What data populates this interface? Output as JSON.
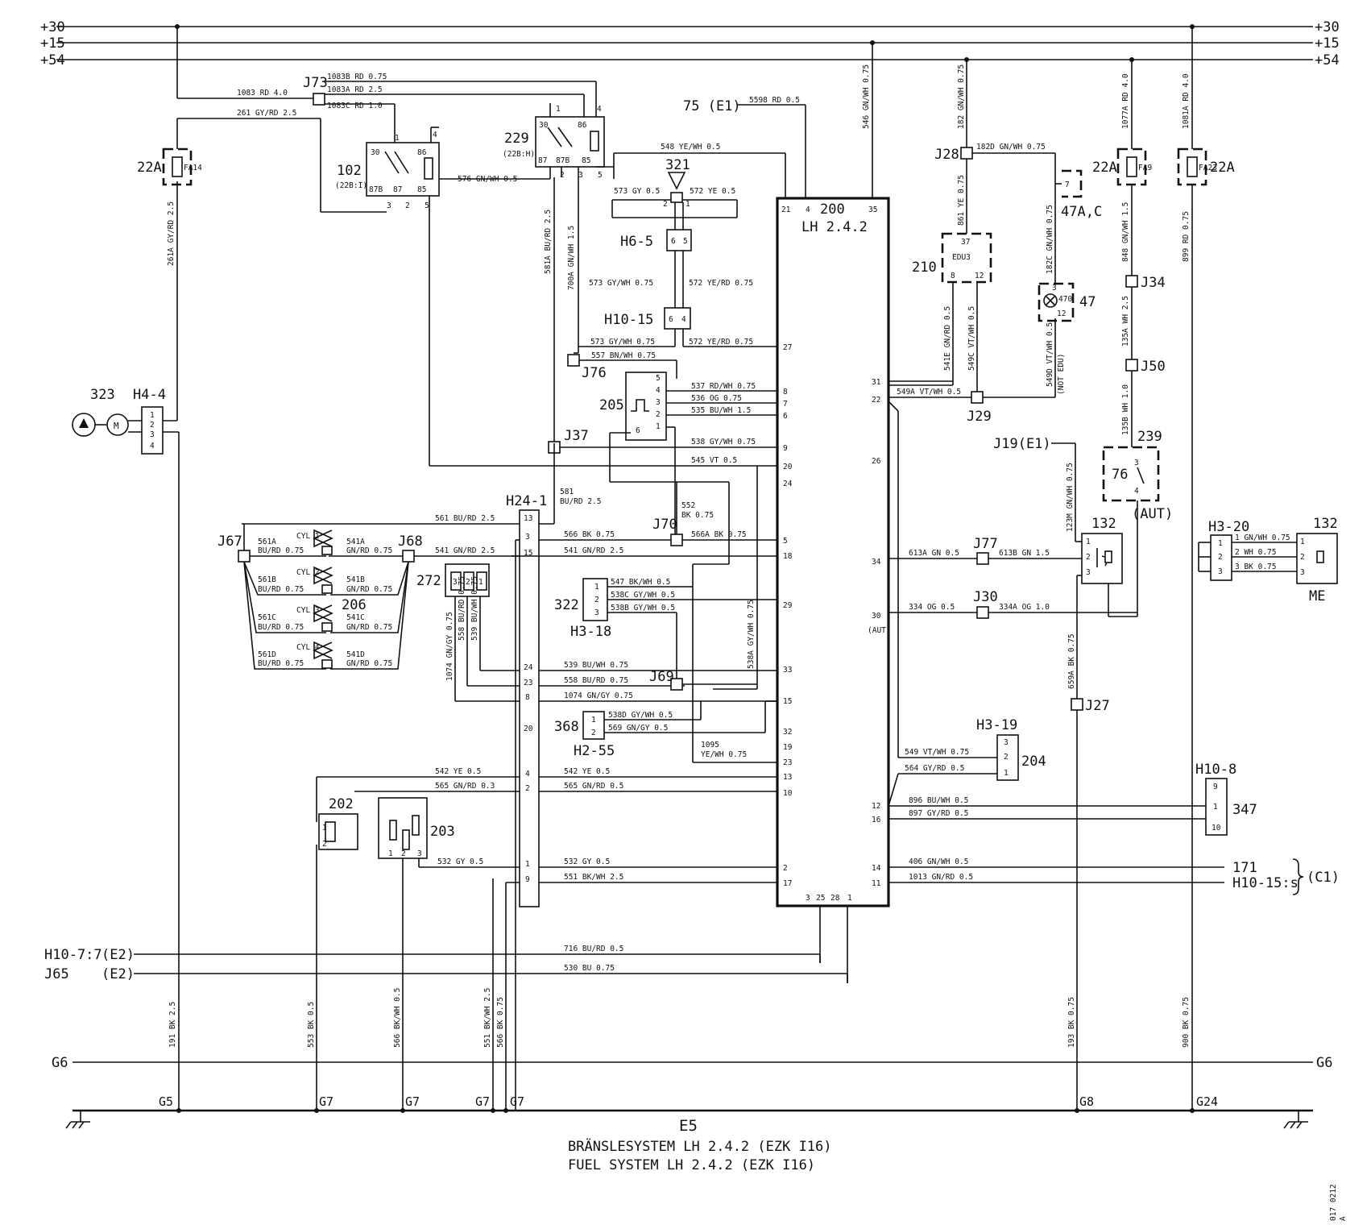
{
  "rails": {
    "plus30": "+30",
    "plus15": "+15",
    "plus54": "+54"
  },
  "title": {
    "code": "E5",
    "line1": "BRÄNSLESYSTEM LH 2.4.2 (EZK I16)",
    "line2": "FUEL SYSTEM LH 2.4.2  (EZK I16)",
    "doc_no": "017 0212",
    "rev": "A"
  },
  "ecu": {
    "num": "200",
    "name": "LH  2.4.2",
    "left_pins": [
      "27",
      "8",
      "7",
      "6",
      "9",
      "20",
      "24",
      "5",
      "18",
      "29",
      "33",
      "15",
      "32",
      "19",
      "23",
      "13",
      "10",
      "2",
      "17"
    ],
    "right_pins": [
      "31",
      "22",
      "26",
      "34",
      "30",
      "12",
      "16",
      "14",
      "11"
    ],
    "right_note_30": "(AUT)",
    "top_pins": [
      "21",
      "4",
      "35"
    ],
    "bottom_pins": [
      "3",
      "25",
      "28",
      "1"
    ]
  },
  "components": {
    "c323": "323",
    "h4_4": "H4-4",
    "fa14": "FA14",
    "fuse22a": "22A",
    "fa9": "FA9",
    "fa23": "FA23",
    "c102": "102",
    "c102_sub": "(22B:I)",
    "c229": "229",
    "c229_sub": "(22B:H)",
    "j73": "J73",
    "c75": "75 (E1)",
    "c321": "321",
    "h6_5": "H6-5",
    "h10_15": "H10-15",
    "j76": "J76",
    "c205": "205",
    "j37": "J37",
    "h24_1": "H24-1",
    "j67": "J67",
    "j68": "J68",
    "c206": "206",
    "cyl1": "CYL 1",
    "cyl2": "CYL 2",
    "cyl3": "CYL 3",
    "cyl4": "CYL 4",
    "c272": "272",
    "j70": "J70",
    "c322": "322",
    "h3_18": "H3-18",
    "j69": "J69",
    "c368": "368",
    "h2_55": "H2-55",
    "c202": "202",
    "c203": "203",
    "j28": "J28",
    "c210": "210",
    "edu3": "EDU3",
    "c47ac": "47A,C",
    "c47": "47",
    "c47_inner": "470",
    "j29": "J29",
    "j19": "J19(E1)",
    "j34": "J34",
    "j50": "J50",
    "c239": "239",
    "c76": "76",
    "aut": "(AUT)",
    "c132": "132",
    "j77": "J77",
    "j30": "J30",
    "j27": "J27",
    "h3_19": "H3-19",
    "c204": "204",
    "h3_20": "H3-20",
    "me": "ME",
    "h10_8": "H10-8",
    "c347": "347",
    "c171": "171",
    "h10_15s": "H10-15:s",
    "c1": "(C1)",
    "h10_7": "H10-7:7",
    "e2": "(E2)",
    "j65": "J65",
    "g5": "G5",
    "g6": "G6",
    "g7": "G7",
    "g8": "G8",
    "g24": "G24"
  },
  "wires": {
    "w1083": "1083 RD 4.0",
    "w1083b": "1083B RD 0.75",
    "w1083a": "1083A RD 2.5",
    "w1083c": "1083C RD 1.0",
    "w261": "261 GY/RD 2.5",
    "w261a": "261A GY/RD 2.5",
    "w576": "576 GN/WH 0.5",
    "w548": "548 YE/WH 0.5",
    "w5598": "5598 RD 0.5",
    "w546": "546 GN/WH 0.75",
    "w573": "573 GY 0.5",
    "w572": "572 YE 0.5",
    "w573b": "573 GY/WH 0.75",
    "w572b": "572 YE/RD 0.75",
    "w557": "557 BN/WH 0.75",
    "w581a": "581A BU/RD 2.5",
    "w700a": "700A GN/WH 1.5",
    "w537": "537 RD/WH 0.75",
    "w536": "536 OG 0.75",
    "w535": "535 BU/WH 1.5",
    "w538": "538 GY/WH 0.75",
    "w545": "545 VT 0.5",
    "w581": "581",
    "w581b": "BU/RD 2.5",
    "w561": "561 BU/RD 2.5",
    "w566": "566 BK 0.75",
    "w566a": "566A BK 0.75",
    "w541": "541 GN/RD 2.5",
    "w552": "552",
    "w552b": "BK 0.75",
    "w561a": "561A",
    "w561b": "561B",
    "w561c": "561C",
    "w561d": "561D",
    "wburd": "BU/RD 0.75",
    "w541a": "541A",
    "w541b": "541B",
    "w541c": "541C",
    "w541d": "541D",
    "wgnrd": "GN/RD 0.75",
    "w547": "547 BK/WH 0.5",
    "w538c": "538C GY/WH 0.5",
    "w538b": "538B GY/WH 0.5",
    "w539": "539 BU/WH 0.75",
    "w558": "558 BU/RD 0.75",
    "w1074": "1074 GN/GY 0.75",
    "w538d": "538D GY/WH 0.5",
    "w569": "569 GN/GY 0.5",
    "w1095": "1095",
    "w1095b": "YE/WH 0.75",
    "w542": "542 YE 0.5",
    "w565": "565 GN/RD 0.3",
    "w565b": "565 GN/RD 0.5",
    "w532": "532 GY 0.5",
    "w551": "551 BK/WH 2.5",
    "w716": "716 BU/RD 0.5",
    "w530": "530 BU 0.75",
    "w538a": "538A GY/WH 0.75",
    "w1074v": "1074 GN/GY 0.75",
    "w558v": "558 BU/RD 0.75",
    "w539v": "539 BU/WH 0.75",
    "w182d": "182D GN/WH 0.75",
    "w861": "861 YE 0.75",
    "w182": "182 GN/WH 0.75",
    "w182c": "182C GN/WH 0.75",
    "w541e": "541E GN/RD 0.5",
    "w549c": "549C VT/WH 0.5",
    "w549d": "549D VT/WH 0.5",
    "w549a": "549A VT/WH 0.5",
    "wnotedu": "(NOT EDU)",
    "w1077a": "1077A RD 4.0",
    "w1081a": "1081A RD 4.0",
    "w848": "848 GN/WH 1.5",
    "w899": "899 RD 0.75",
    "w135a": "135A WH 2.5",
    "w135b": "135B WH 1.0",
    "w123m": "123M GN/WH 0.75",
    "w613a": "613A GN 0.5",
    "w613b": "613B GN 1.5",
    "w334": "334 OG 0.5",
    "w334a": "334A OG 1.0",
    "w659a": "659A BK 0.75",
    "w549": "549 VT/WH 0.75",
    "w564": "564 GY/RD 0.5",
    "w896": "896 BU/WH 0.5",
    "w897": "897 GY/RD 0.5",
    "w406": "406 GN/WH 0.5",
    "w1013": "1013 GN/RD 0.5",
    "w1": "1 GN/WH 0.75",
    "w2": "2 WH 0.75",
    "w3": "3 BK 0.75",
    "w191": "191 BK 2.5",
    "w553": "553 BK 0.5",
    "w566v": "566 BK/WH 0.5",
    "w551v": "551 BK/WH 2.5",
    "w566bk": "566 BK 0.75",
    "w193": "193 BK 0.75",
    "w900": "900 BK 0.75"
  },
  "connectors": {
    "h4_4_pins": [
      "1",
      "2",
      "3",
      "4"
    ],
    "h24_1_pins": [
      "13",
      "3",
      "15",
      "24",
      "23",
      "8",
      "20",
      "4",
      "2",
      "1",
      "9"
    ],
    "h3_18_pins": [
      "1",
      "2",
      "3"
    ],
    "h2_55_pins": [
      "1",
      "2"
    ],
    "h3_19_pins": [
      "3",
      "2",
      "1"
    ],
    "h3_20_pins": [
      "1",
      "2",
      "3"
    ],
    "h10_8_pins": [
      "9",
      "1",
      "10"
    ],
    "h6_5_pins": [
      "6",
      "5"
    ],
    "h10_15_pins": [
      "6",
      "4"
    ],
    "relay_pins_102": [
      "30",
      "86",
      "87B",
      "87",
      "85",
      "1",
      "4",
      "3",
      "2",
      "5"
    ],
    "relay_pins_229": [
      "30",
      "86",
      "87B",
      "87",
      "85",
      "1",
      "4",
      "2",
      "3",
      "5"
    ],
    "c205_pins": [
      "5",
      "4",
      "3",
      "2",
      "1",
      "6"
    ],
    "c272_pins": [
      "3",
      "2",
      "1"
    ],
    "c203_pins": [
      "1",
      "2",
      "3"
    ],
    "c202_pins": [
      "1",
      "2"
    ],
    "c132_pins": [
      "1",
      "2",
      "3"
    ],
    "c239_pins": [
      "3",
      "4"
    ],
    "c47_pins": [
      "3",
      "12"
    ],
    "c210_pins": [
      "37",
      "8",
      "12"
    ],
    "c47ac_pin": "7",
    "c321_pins": [
      "2",
      "1"
    ],
    "c206_pins": [
      "1",
      "2"
    ]
  }
}
